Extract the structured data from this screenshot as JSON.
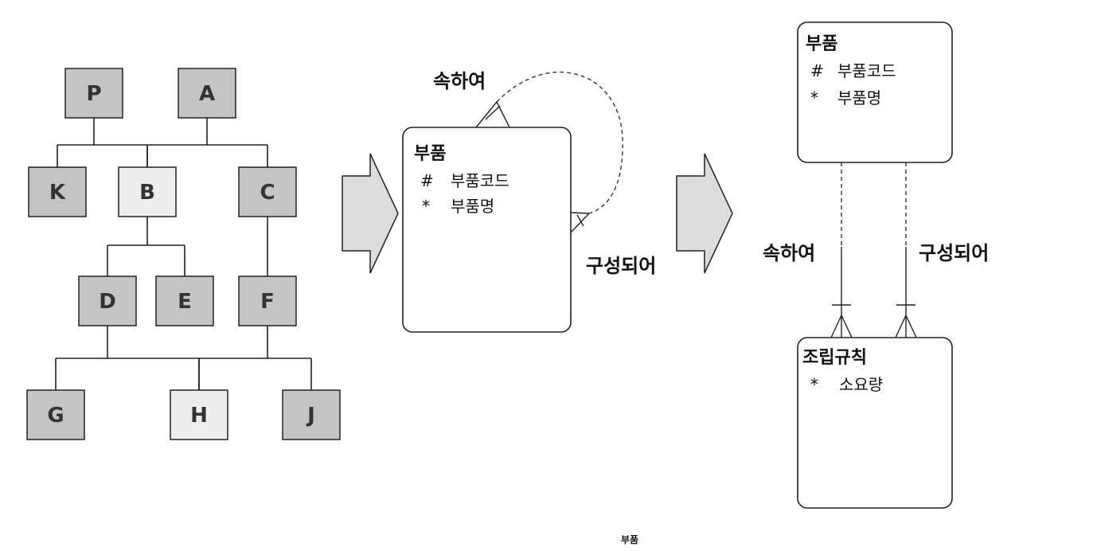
{
  "tree": {
    "nodes": [
      {
        "id": "P",
        "label": "P",
        "shade": "dark"
      },
      {
        "id": "A",
        "label": "A",
        "shade": "dark"
      },
      {
        "id": "K",
        "label": "K",
        "shade": "dark"
      },
      {
        "id": "B",
        "label": "B",
        "shade": "light"
      },
      {
        "id": "C",
        "label": "C",
        "shade": "dark"
      },
      {
        "id": "D",
        "label": "D",
        "shade": "dark"
      },
      {
        "id": "E",
        "label": "E",
        "shade": "dark"
      },
      {
        "id": "F",
        "label": "F",
        "shade": "dark"
      },
      {
        "id": "G",
        "label": "G",
        "shade": "dark"
      },
      {
        "id": "H",
        "label": "H",
        "shade": "light"
      },
      {
        "id": "J",
        "label": "J",
        "shade": "dark"
      }
    ],
    "edges": [
      {
        "from": "P",
        "to": "K"
      },
      {
        "from": "P",
        "to": "B"
      },
      {
        "from": "A",
        "to": "B"
      },
      {
        "from": "A",
        "to": "C"
      },
      {
        "from": "B",
        "to": "D"
      },
      {
        "from": "B",
        "to": "E"
      },
      {
        "from": "C",
        "to": "F"
      },
      {
        "from": "D",
        "to": "G"
      },
      {
        "from": "D",
        "to": "H"
      },
      {
        "from": "F",
        "to": "H"
      },
      {
        "from": "F",
        "to": "J"
      }
    ]
  },
  "colors": {
    "dark": "#c4c4c4",
    "light": "#eeeeee",
    "arrow": "#dcdcdc"
  },
  "middle": {
    "entity": {
      "title": "부품",
      "attrs": [
        {
          "mark": "#",
          "name": "부품코드"
        },
        {
          "mark": "*",
          "name": "부품명"
        }
      ]
    },
    "rel_top": "속하여",
    "rel_right": "구성되어"
  },
  "right": {
    "entity_top": {
      "title": "부품",
      "attrs": [
        {
          "mark": "#",
          "name": "부품코드"
        },
        {
          "mark": "*",
          "name": "부품명"
        }
      ]
    },
    "entity_bottom": {
      "title": "조립규칙",
      "attrs": [
        {
          "mark": "*",
          "name": "소요량"
        }
      ]
    },
    "rel_left": "속하여",
    "rel_right": "구성되어"
  },
  "caption": "부품"
}
